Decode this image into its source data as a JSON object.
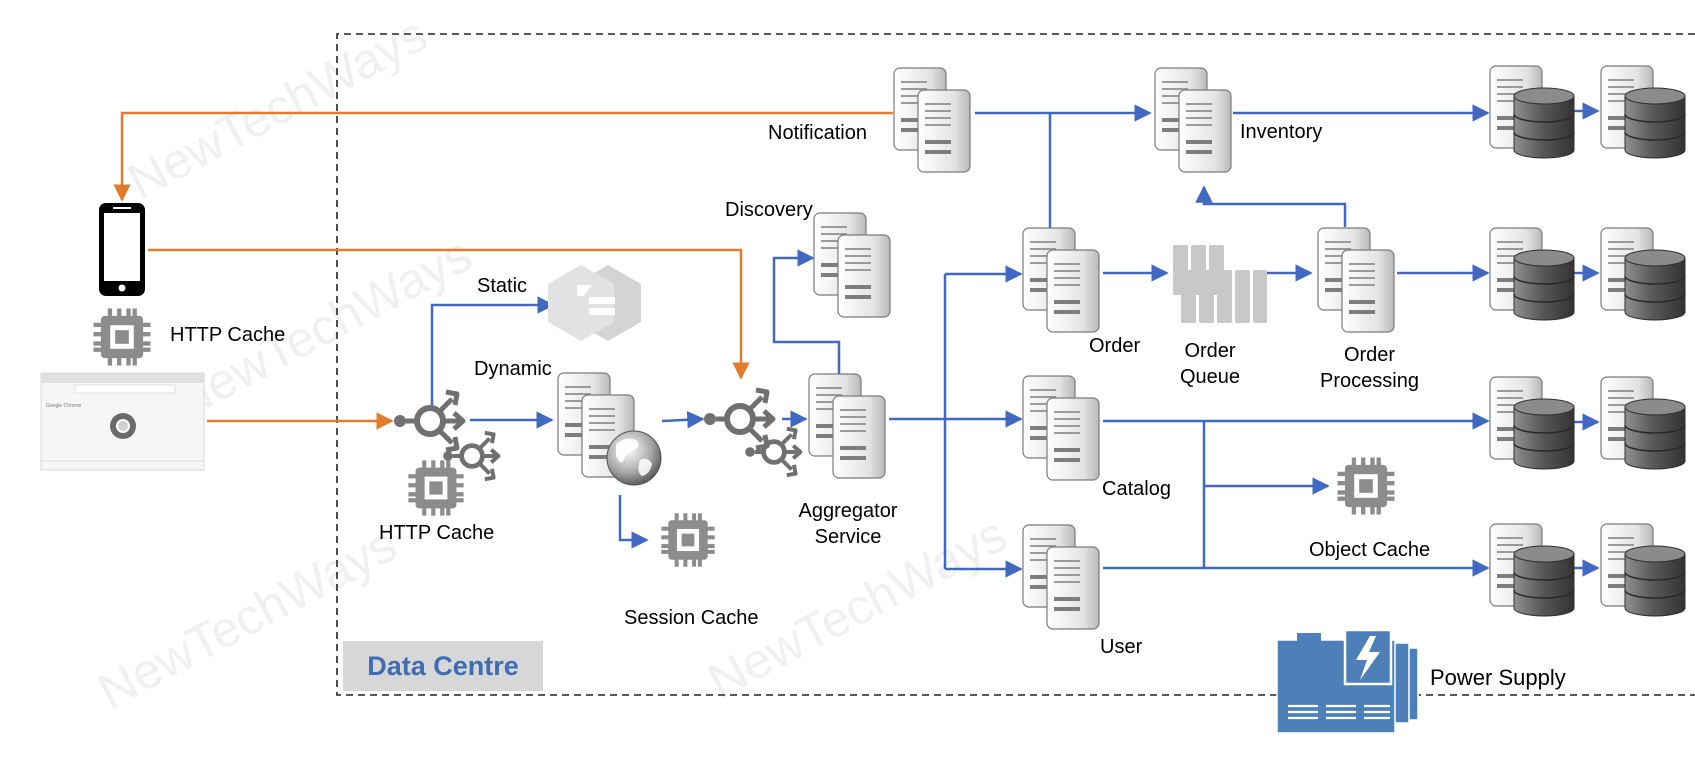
{
  "watermark": "NewTechWays",
  "data_centre_label": "Data Centre",
  "labels": {
    "notification": "Notification",
    "inventory": "Inventory",
    "discovery": "Discovery",
    "static": "Static",
    "dynamic": "Dynamic",
    "http_cache_client": "HTTP Cache",
    "http_cache_lb": "HTTP Cache",
    "order": "Order",
    "order_queue": "Order\nQueue",
    "order_processing": "Order\nProcessing",
    "catalog": "Catalog",
    "object_cache": "Object Cache",
    "user": "User",
    "aggregator": "Aggregator\nService",
    "session_cache": "Session Cache",
    "power_supply": "Power Supply"
  },
  "browser": {
    "title": "Google Chrome"
  },
  "colors": {
    "flow_blue": "#4169c1",
    "client_orange": "#e37b2c",
    "icon_gray": "#8c8c8c",
    "power_blue": "#4d80b8",
    "data_centre_text": "#3f6db4",
    "data_centre_box": "#d7d7d7"
  },
  "icons": {
    "server": "server-icon",
    "database": "database-icon",
    "chip": "chip-icon",
    "load_balancer": "load-balancer-icon",
    "phone": "smartphone-icon",
    "browser": "browser-window-icon",
    "cdn": "cdn-icon",
    "globe": "globe-icon",
    "queue": "message-queue-icon",
    "power": "power-supply-icon"
  }
}
